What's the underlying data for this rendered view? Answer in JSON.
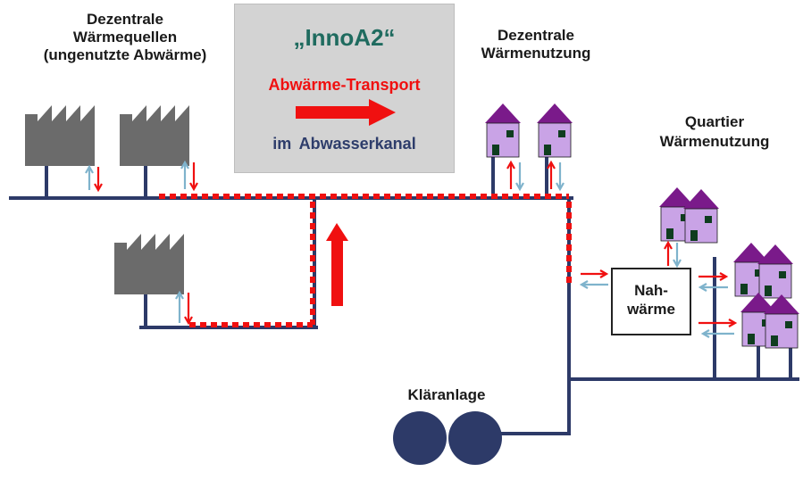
{
  "labels": {
    "sources": [
      "Dezentrale",
      "Wärmequellen",
      "(ungenutzte Abwärme)"
    ],
    "decentral_use": [
      "Dezentrale",
      "Wärmenutzung"
    ],
    "district_use": [
      "Quartier",
      "Wärmenutzung"
    ],
    "treatment_plant": "Kläranlage"
  },
  "title_box": {
    "title": "„InnoA2“",
    "transport": "Abwärme-Transport",
    "channel": "im  Abwasserkanal"
  },
  "local_heating_box": {
    "line1": "Nah-",
    "line2": "wärme"
  },
  "colors": {
    "pipe": "#2d3a68",
    "hot_flow": "#f01010",
    "return_flow": "#7fb3cc",
    "factory": "#6b6b6b",
    "house_body": "#c9a3e6",
    "house_roof": "#7a1a8a",
    "title_box_bg": "#d3d3d3"
  }
}
